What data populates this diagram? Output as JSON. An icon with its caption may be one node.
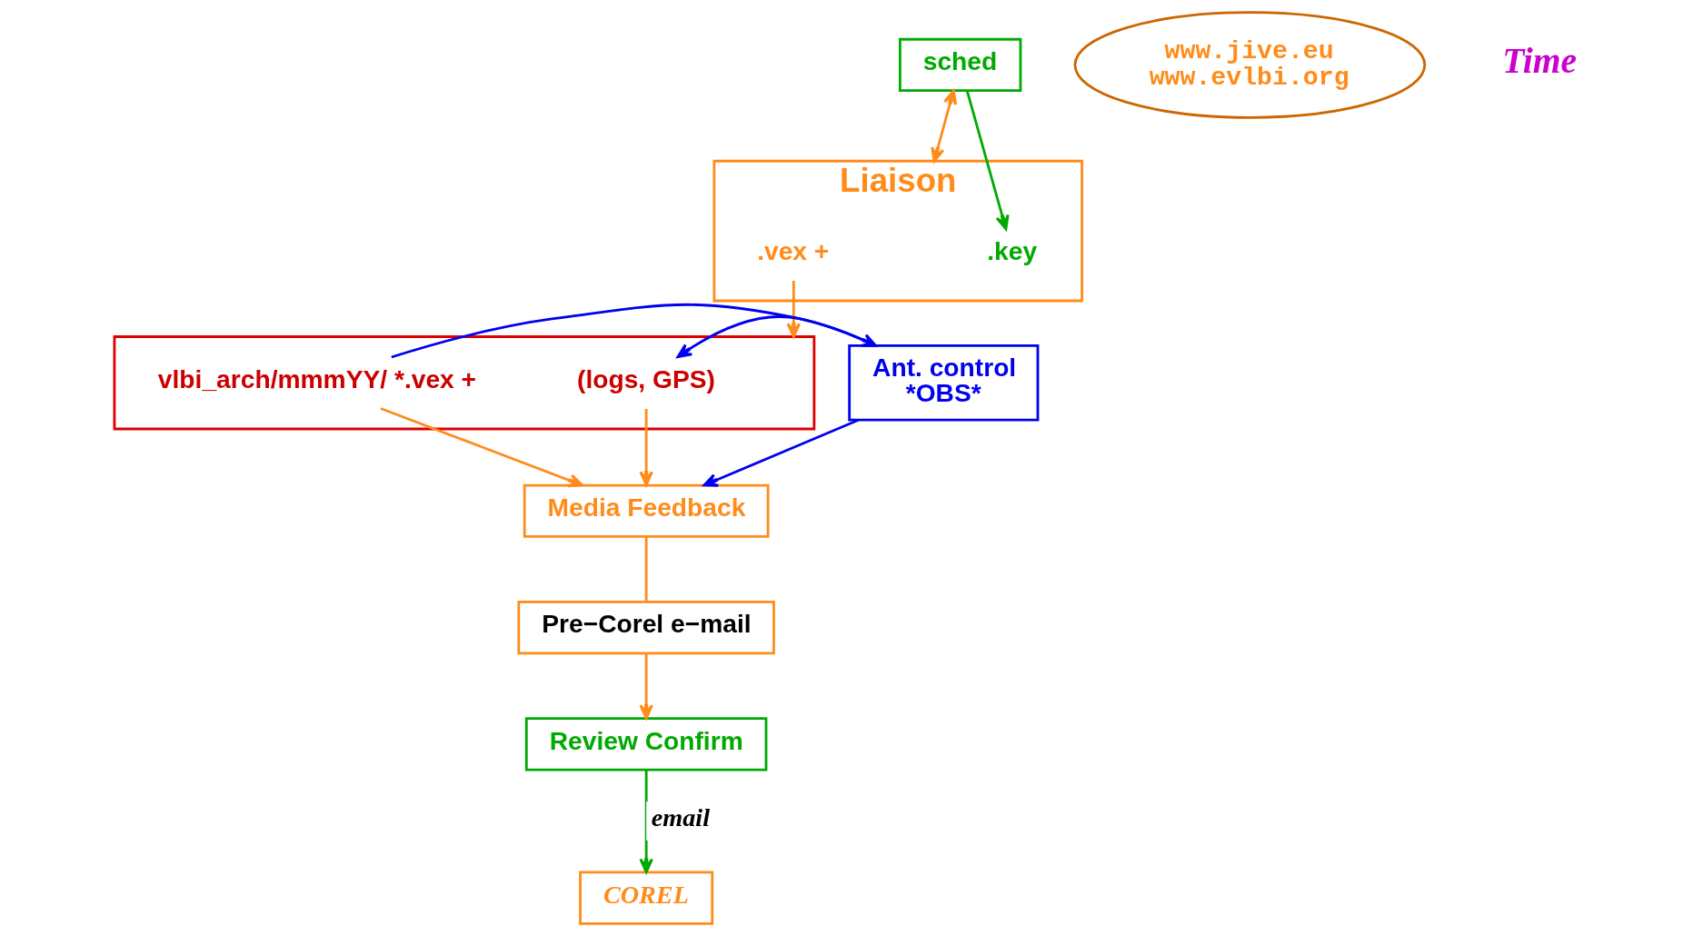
{
  "diagram": {
    "nodes": [
      {
        "text": [
          "sched"
        ]
      },
      {
        "text": [
          "Liaison"
        ]
      },
      {
        "text": [
          ".key"
        ],
        "in": 1
      },
      {
        "text": [
          ".vex +"
        ],
        "in": 1
      },
      {
        "text": [],
        "shape": "box"
      },
      {
        "text": [
          "vlbi_arch/mmmYY/ *.vex +"
        ],
        "in": 4
      },
      {
        "text": [
          "(logs, GPS)"
        ],
        "in": 4
      },
      {
        "text": [
          "Ant. control",
          "*OBS*"
        ]
      },
      {
        "text": [
          "Media Feedback"
        ]
      },
      {
        "text": [
          "Pre−Corel e−mail"
        ]
      },
      {
        "text": [
          "Review Confirm"
        ]
      },
      {
        "text": [
          "COREL"
        ]
      },
      {
        "text": [
          "www.jive.eu",
          "www.evlbi.org"
        ]
      }
    ],
    "edges": [
      {
        "from": 0,
        "to": 1,
        "arrow": "both"
      },
      {
        "from": 0,
        "to": 2,
        "arrow": "to",
        "color": "#00aa00"
      },
      {
        "from": 3,
        "to": 4,
        "arrow": "to"
      },
      {
        "from": 5,
        "to": 7,
        "arrow": "to",
        "color": "#0000ee"
      },
      {
        "from": 7,
        "to": 8,
        "arrow": "to",
        "color": "#0000ee"
      },
      {
        "from": 7,
        "to": 6,
        "arrow": "to",
        "color": "#0000ee"
      },
      {
        "from": 5,
        "to": 8,
        "arrow": "to"
      },
      {
        "from": 6,
        "to": 8,
        "arrow": "to"
      },
      {
        "from": 8,
        "to": 9,
        "arrow": "none"
      },
      {
        "from": 9,
        "to": 10,
        "arrow": "to"
      },
      {
        "from": 10,
        "to": 11,
        "arrow": "to",
        "label": "email",
        "color": "#00aa00"
      }
    ],
    "labels": [
      "Time"
    ]
  }
}
